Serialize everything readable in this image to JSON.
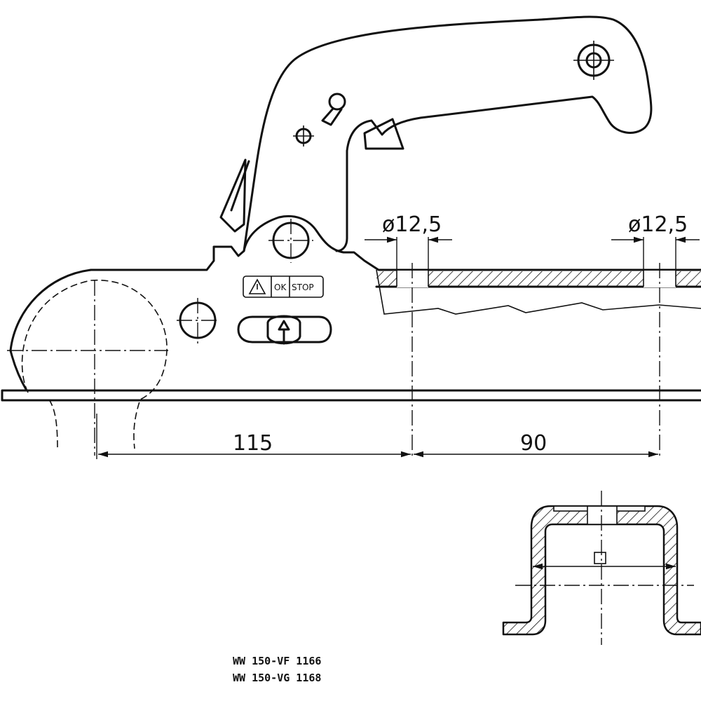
{
  "dimensions": {
    "hole_diameter_left": "ø12,5",
    "hole_diameter_right": "ø12,5",
    "length_1": "115",
    "length_2": "90"
  },
  "indicator": {
    "ok_label": "OK",
    "stop_label": "STOP",
    "warning_icon": "warning-triangle-icon"
  },
  "part_numbers": [
    "WW 150-VF 1166",
    "WW 150-VG 1168"
  ]
}
